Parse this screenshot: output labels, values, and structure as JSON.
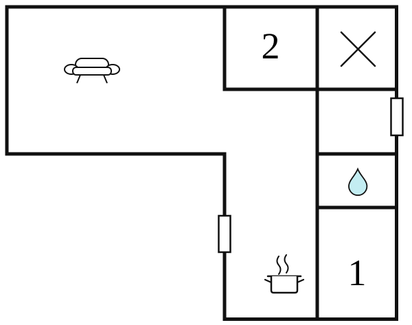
{
  "floorplan": {
    "rooms": {
      "room2_label": "2",
      "room1_label": "1"
    },
    "colors": {
      "wall": "#111111",
      "background": "#ffffff",
      "water_drop_fill": "#c3edf2"
    },
    "icons": {
      "sofa": "sofa-icon",
      "cross": "cross-symbol-icon",
      "water_drop": "water-drop-icon",
      "cooking_pot": "cooking-pot-icon",
      "door_right": "door-opening-right",
      "door_corridor": "door-opening-corridor"
    }
  }
}
